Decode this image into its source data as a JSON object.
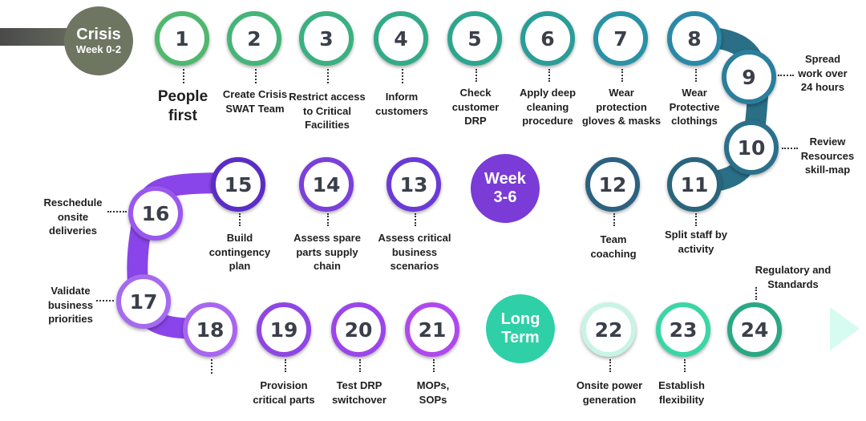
{
  "colors": {
    "crisis_phase": "#6f7763",
    "crisis_road": "#2b9c84",
    "crisis_road_blue": "#2a7f9c",
    "crisis_road_dark": "#2d5f73",
    "week36_phase": "#7a3bd6",
    "week36_road": "#8a3fe0",
    "longterm_phase": "#2fcfa6",
    "longterm_road": "#36d9a4"
  },
  "phases": {
    "crisis": {
      "title": "Crisis",
      "subtitle": "Week 0-2"
    },
    "week36": {
      "line1": "Week",
      "line2": "3-6"
    },
    "longterm": {
      "line1": "Long",
      "line2": "Term"
    }
  },
  "steps": [
    {
      "num": "1",
      "label": "People\nfirst"
    },
    {
      "num": "2",
      "label": "Create Crisis\nSWAT Team"
    },
    {
      "num": "3",
      "label": "Restrict access\nto Critical\nFacilities"
    },
    {
      "num": "4",
      "label": "Inform\ncustomers"
    },
    {
      "num": "5",
      "label": "Check\ncustomer\nDRP"
    },
    {
      "num": "6",
      "label": "Apply deep\ncleaning\nprocedure"
    },
    {
      "num": "7",
      "label": "Wear\nprotection\ngloves & masks"
    },
    {
      "num": "8",
      "label": "Wear\nProtective\nclothings"
    },
    {
      "num": "9",
      "label": "Spread\nwork over\n24 hours"
    },
    {
      "num": "10",
      "label": "Review\nResources\nskill-map"
    },
    {
      "num": "11",
      "label": "Split staff by\nactivity"
    },
    {
      "num": "12",
      "label": "Team\ncoaching"
    },
    {
      "num": "13",
      "label": "Assess critical\nbusiness\nscenarios"
    },
    {
      "num": "14",
      "label": "Assess spare\nparts supply\nchain"
    },
    {
      "num": "15",
      "label": "Build\ncontingency\nplan"
    },
    {
      "num": "16",
      "label": "Reschedule\nonsite\ndeliveries"
    },
    {
      "num": "17",
      "label": "Validate\nbusiness\npriorities"
    },
    {
      "num": "18",
      "label": ""
    },
    {
      "num": "19",
      "label": "Provision\ncritical parts"
    },
    {
      "num": "20",
      "label": "Test DRP\nswitchover"
    },
    {
      "num": "21",
      "label": "MOPs,\nSOPs"
    },
    {
      "num": "22",
      "label": "Onsite power\ngeneration"
    },
    {
      "num": "23",
      "label": "Establish\nflexibility"
    },
    {
      "num": "24",
      "label": "Regulatory and\nStandards"
    }
  ]
}
